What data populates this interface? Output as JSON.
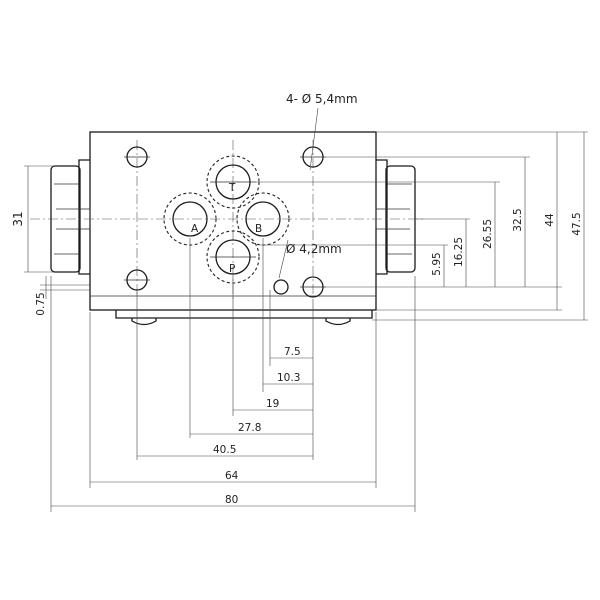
{
  "callouts": {
    "bolt_holes": "4- Ø 5,4mm",
    "small_hole": "Ø 4,2mm"
  },
  "ports": {
    "t": "T",
    "a": "A",
    "b": "B",
    "p": "P"
  },
  "dims_horizontal": {
    "d7_5": "7.5",
    "d10_3": "10.3",
    "d19": "19",
    "d27_8": "27.8",
    "d40_5": "40.5",
    "d64": "64",
    "d80": "80"
  },
  "dims_vertical": {
    "d5_95": "5.95",
    "d16_25": "16.25",
    "d26_55": "26.55",
    "d32_5": "32.5",
    "d44": "44",
    "d47_5": "47.5",
    "d31": "31",
    "d0_75": "0.75"
  }
}
